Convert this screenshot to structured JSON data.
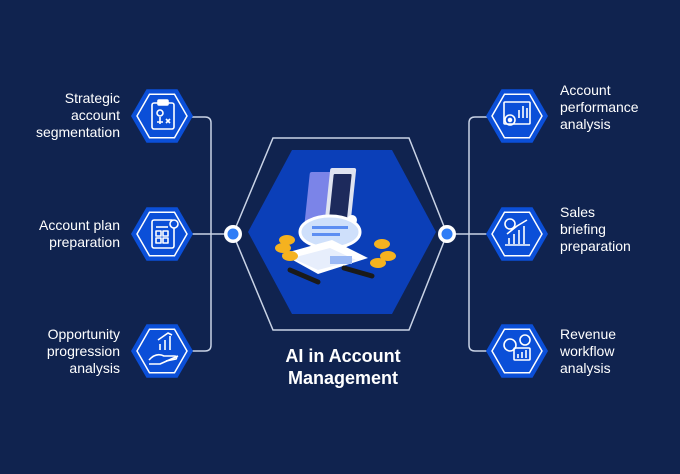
{
  "center": {
    "title": "AI in Account\nManagement",
    "icon": "analytics-illustration"
  },
  "left_items": [
    {
      "label": "Strategic\naccount\nsegmentation",
      "icon": "strategy-clipboard-icon"
    },
    {
      "label": "Account plan\npreparation",
      "icon": "plan-document-icon"
    },
    {
      "label": "Opportunity\nprogression\nanalysis",
      "icon": "growth-chart-hand-icon"
    }
  ],
  "right_items": [
    {
      "label": "Account\nperformance\nanalysis",
      "icon": "performance-chart-gear-icon"
    },
    {
      "label": "Sales\nbriefing\npreparation",
      "icon": "sales-chart-coin-icon"
    },
    {
      "label": "Revenue\nworkflow\nanalysis",
      "icon": "revenue-workflow-icon"
    }
  ],
  "colors": {
    "background": "#10234f",
    "hex_blue": "#0b4fd8",
    "connector": "#c9d3e6",
    "node": "#2f7df6"
  }
}
